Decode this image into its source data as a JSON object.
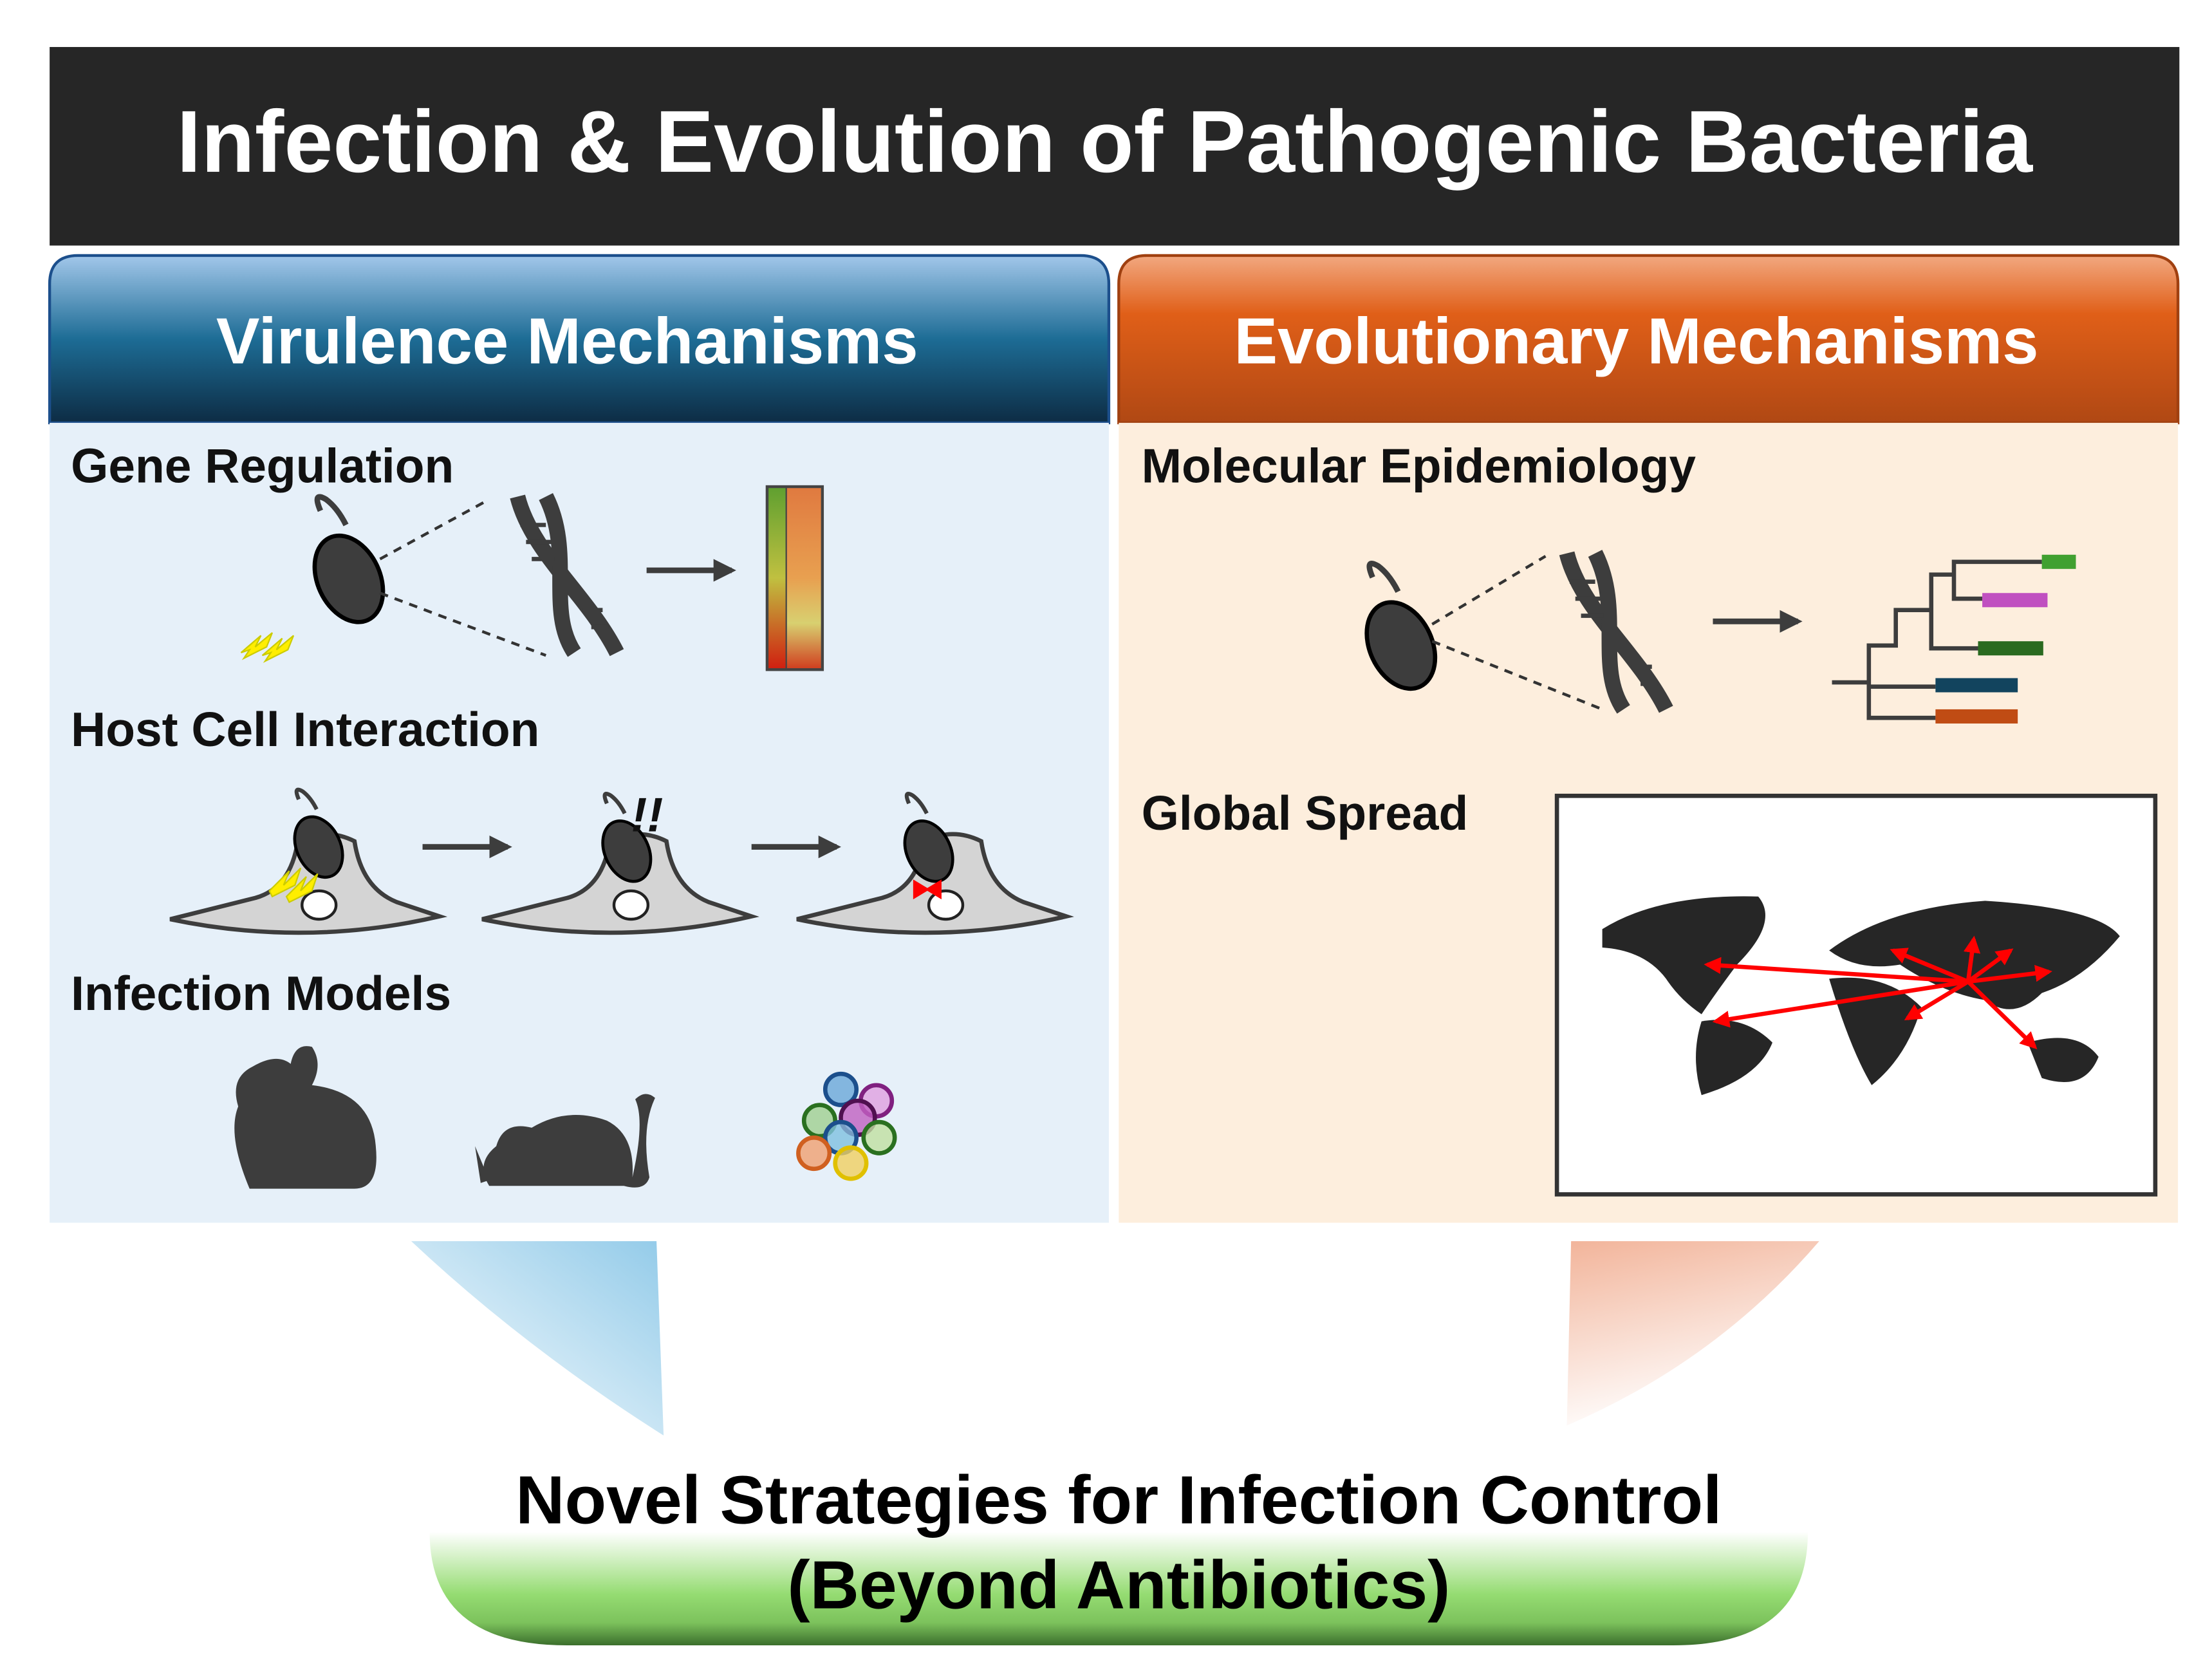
{
  "title": "Infection & Evolution of Pathogenic Bacteria",
  "left_panel": {
    "header": "Virulence Mechanisms",
    "sections": [
      "Gene Regulation",
      "Host Cell Interaction",
      "Infection Models"
    ],
    "host_cell_alert": "!!"
  },
  "right_panel": {
    "header": "Evolutionary Mechanisms",
    "sections": [
      "Molecular Epidemiology",
      "Global Spread"
    ]
  },
  "outcome": {
    "line1": "Novel Strategies for  Infection Control",
    "line2": "(Beyond Antibiotics)"
  },
  "colors": {
    "title_bg": "#262626",
    "virulence_header": "#1a5f85",
    "virulence_body": "#e6f0f9",
    "evolution_header": "#d5581a",
    "evolution_body": "#fdeedd",
    "outcome_green": "#8fd66e",
    "spread_arrows": "#ff0000"
  }
}
